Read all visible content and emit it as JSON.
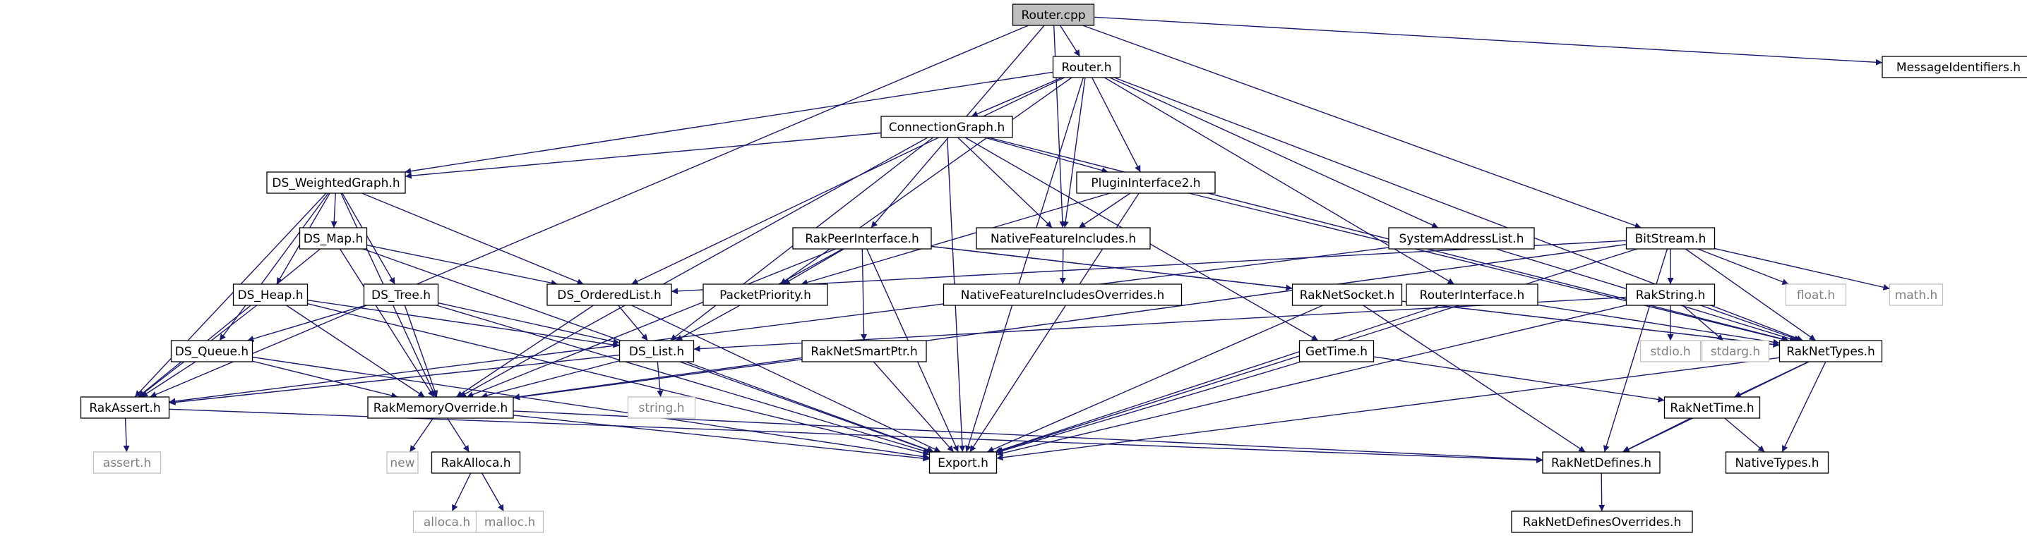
{
  "title": "",
  "nodes": [
    {
      "id": "router_cpp",
      "label": "Router.cpp",
      "kind": "root"
    },
    {
      "id": "router_h",
      "label": "Router.h",
      "kind": "file"
    },
    {
      "id": "messageidentifiers_h",
      "label": "MessageIdentifiers.h",
      "kind": "file"
    },
    {
      "id": "connectiongraph_h",
      "label": "ConnectionGraph.h",
      "kind": "file"
    },
    {
      "id": "ds_weightedgraph_h",
      "label": "DS_WeightedGraph.h",
      "kind": "file"
    },
    {
      "id": "plugininterface2_h",
      "label": "PluginInterface2.h",
      "kind": "file"
    },
    {
      "id": "nativefeatureincludes_h",
      "label": "NativeFeatureIncludes.h",
      "kind": "file"
    },
    {
      "id": "nativefeatureincludesoverrides_h",
      "label": "NativeFeatureIncludesOverrides.h",
      "kind": "file"
    },
    {
      "id": "rakpeerinterface_h",
      "label": "RakPeerInterface.h",
      "kind": "file"
    },
    {
      "id": "systemaddresslist_h",
      "label": "SystemAddressList.h",
      "kind": "file"
    },
    {
      "id": "bitstream_h",
      "label": "BitStream.h",
      "kind": "file"
    },
    {
      "id": "ds_map_h",
      "label": "DS_Map.h",
      "kind": "file"
    },
    {
      "id": "ds_heap_h",
      "label": "DS_Heap.h",
      "kind": "file"
    },
    {
      "id": "ds_tree_h",
      "label": "DS_Tree.h",
      "kind": "file"
    },
    {
      "id": "ds_orderedlist_h",
      "label": "DS_OrderedList.h",
      "kind": "file"
    },
    {
      "id": "packetpriority_h",
      "label": "PacketPriority.h",
      "kind": "file"
    },
    {
      "id": "raknetsocket_h",
      "label": "RakNetSocket.h",
      "kind": "file"
    },
    {
      "id": "routerinterface_h",
      "label": "RouterInterface.h",
      "kind": "file"
    },
    {
      "id": "rakstring_h",
      "label": "RakString.h",
      "kind": "file"
    },
    {
      "id": "float_h",
      "label": "float.h",
      "kind": "system"
    },
    {
      "id": "math_h",
      "label": "math.h",
      "kind": "system"
    },
    {
      "id": "ds_queue_h",
      "label": "DS_Queue.h",
      "kind": "file"
    },
    {
      "id": "ds_list_h",
      "label": "DS_List.h",
      "kind": "file"
    },
    {
      "id": "raknetsmartptr_h",
      "label": "RakNetSmartPtr.h",
      "kind": "file"
    },
    {
      "id": "gettime_h",
      "label": "GetTime.h",
      "kind": "file"
    },
    {
      "id": "stdio_h",
      "label": "stdio.h",
      "kind": "system"
    },
    {
      "id": "stdarg_h",
      "label": "stdarg.h",
      "kind": "system"
    },
    {
      "id": "raknettypes_h",
      "label": "RakNetTypes.h",
      "kind": "file"
    },
    {
      "id": "rakassert_h",
      "label": "RakAssert.h",
      "kind": "file"
    },
    {
      "id": "rakmemoryoverride_h",
      "label": "RakMemoryOverride.h",
      "kind": "file"
    },
    {
      "id": "string_h",
      "label": "string.h",
      "kind": "system"
    },
    {
      "id": "raknettime_h",
      "label": "RakNetTime.h",
      "kind": "file"
    },
    {
      "id": "assert_h",
      "label": "assert.h",
      "kind": "system"
    },
    {
      "id": "new",
      "label": "new",
      "kind": "system"
    },
    {
      "id": "rakalloca_h",
      "label": "RakAlloca.h",
      "kind": "file"
    },
    {
      "id": "export_h",
      "label": "Export.h",
      "kind": "file"
    },
    {
      "id": "raknetdefines_h",
      "label": "RakNetDefines.h",
      "kind": "file"
    },
    {
      "id": "nativetypes_h",
      "label": "NativeTypes.h",
      "kind": "file"
    },
    {
      "id": "alloca_h",
      "label": "alloca.h",
      "kind": "system"
    },
    {
      "id": "malloc_h",
      "label": "malloc.h",
      "kind": "system"
    },
    {
      "id": "raknetdefinesoverrides_h",
      "label": "RakNetDefinesOverrides.h",
      "kind": "file"
    }
  ],
  "edges": [
    [
      "router_cpp",
      "router_h"
    ],
    [
      "router_cpp",
      "messageidentifiers_h"
    ],
    [
      "router_cpp",
      "rakassert_h"
    ],
    [
      "router_cpp",
      "rakpeerinterface_h"
    ],
    [
      "router_cpp",
      "nativefeatureincludes_h"
    ],
    [
      "router_cpp",
      "bitstream_h"
    ],
    [
      "router_h",
      "connectiongraph_h"
    ],
    [
      "router_h",
      "ds_weightedgraph_h"
    ],
    [
      "router_h",
      "plugininterface2_h"
    ],
    [
      "router_h",
      "nativefeatureincludes_h"
    ],
    [
      "router_h",
      "ds_orderedlist_h"
    ],
    [
      "router_h",
      "packetpriority_h"
    ],
    [
      "router_h",
      "systemaddresslist_h"
    ],
    [
      "router_h",
      "routerinterface_h"
    ],
    [
      "router_h",
      "raknettypes_h"
    ],
    [
      "router_h",
      "export_h"
    ],
    [
      "connectiongraph_h",
      "ds_weightedgraph_h"
    ],
    [
      "connectiongraph_h",
      "plugininterface2_h"
    ],
    [
      "connectiongraph_h",
      "nativefeatureincludes_h"
    ],
    [
      "connectiongraph_h",
      "gettime_h"
    ],
    [
      "connectiongraph_h",
      "ds_list_h"
    ],
    [
      "connectiongraph_h",
      "rakmemoryoverride_h"
    ],
    [
      "connectiongraph_h",
      "export_h"
    ],
    [
      "connectiongraph_h",
      "raknettypes_h"
    ],
    [
      "plugininterface2_h",
      "nativefeatureincludes_h"
    ],
    [
      "plugininterface2_h",
      "packetpriority_h"
    ],
    [
      "plugininterface2_h",
      "raknettypes_h"
    ],
    [
      "plugininterface2_h",
      "export_h"
    ],
    [
      "nativefeatureincludes_h",
      "nativefeatureincludesoverrides_h"
    ],
    [
      "ds_weightedgraph_h",
      "ds_map_h"
    ],
    [
      "ds_weightedgraph_h",
      "ds_heap_h"
    ],
    [
      "ds_weightedgraph_h",
      "ds_tree_h"
    ],
    [
      "ds_weightedgraph_h",
      "ds_queue_h"
    ],
    [
      "ds_weightedgraph_h",
      "ds_orderedlist_h"
    ],
    [
      "ds_weightedgraph_h",
      "rakassert_h"
    ],
    [
      "ds_weightedgraph_h",
      "rakmemoryoverride_h"
    ],
    [
      "ds_map_h",
      "ds_orderedlist_h"
    ],
    [
      "ds_map_h",
      "rakassert_h"
    ],
    [
      "ds_map_h",
      "rakmemoryoverride_h"
    ],
    [
      "ds_map_h",
      "export_h"
    ],
    [
      "ds_heap_h",
      "ds_list_h"
    ],
    [
      "ds_heap_h",
      "rakassert_h"
    ],
    [
      "ds_heap_h",
      "rakmemoryoverride_h"
    ],
    [
      "ds_heap_h",
      "export_h"
    ],
    [
      "ds_tree_h",
      "ds_list_h"
    ],
    [
      "ds_tree_h",
      "ds_queue_h"
    ],
    [
      "ds_tree_h",
      "rakmemoryoverride_h"
    ],
    [
      "ds_tree_h",
      "export_h"
    ],
    [
      "ds_queue_h",
      "rakassert_h"
    ],
    [
      "ds_queue_h",
      "rakmemoryoverride_h"
    ],
    [
      "ds_queue_h",
      "export_h"
    ],
    [
      "ds_orderedlist_h",
      "ds_list_h"
    ],
    [
      "ds_orderedlist_h",
      "rakmemoryoverride_h"
    ],
    [
      "ds_orderedlist_h",
      "export_h"
    ],
    [
      "ds_list_h",
      "rakassert_h"
    ],
    [
      "ds_list_h",
      "string_h"
    ],
    [
      "ds_list_h",
      "rakmemoryoverride_h"
    ],
    [
      "ds_list_h",
      "export_h"
    ],
    [
      "rakpeerinterface_h",
      "packetpriority_h"
    ],
    [
      "rakpeerinterface_h",
      "raknetsocket_h"
    ],
    [
      "rakpeerinterface_h",
      "raknetsmartptr_h"
    ],
    [
      "rakpeerinterface_h",
      "ds_list_h"
    ],
    [
      "rakpeerinterface_h",
      "rakmemoryoverride_h"
    ],
    [
      "rakpeerinterface_h",
      "raknettypes_h"
    ],
    [
      "rakpeerinterface_h",
      "export_h"
    ],
    [
      "systemaddresslist_h",
      "raknettypes_h"
    ],
    [
      "systemaddresslist_h",
      "rakassert_h"
    ],
    [
      "bitstream_h",
      "ds_orderedlist_h"
    ],
    [
      "bitstream_h",
      "rakstring_h"
    ],
    [
      "bitstream_h",
      "float_h"
    ],
    [
      "bitstream_h",
      "math_h"
    ],
    [
      "bitstream_h",
      "raknettypes_h"
    ],
    [
      "bitstream_h",
      "rakmemoryoverride_h"
    ],
    [
      "bitstream_h",
      "raknetdefines_h"
    ],
    [
      "bitstream_h",
      "export_h"
    ],
    [
      "raknetsocket_h",
      "raknettypes_h"
    ],
    [
      "raknetsocket_h",
      "raknetdefines_h"
    ],
    [
      "raknetsocket_h",
      "export_h"
    ],
    [
      "routerinterface_h",
      "raknettypes_h"
    ],
    [
      "routerinterface_h",
      "export_h"
    ],
    [
      "rakstring_h",
      "ds_list_h"
    ],
    [
      "rakstring_h",
      "stdio_h"
    ],
    [
      "rakstring_h",
      "stdarg_h"
    ],
    [
      "rakstring_h",
      "raknettypes_h"
    ],
    [
      "rakstring_h",
      "export_h"
    ],
    [
      "raknetsmartptr_h",
      "rakmemoryoverride_h"
    ],
    [
      "raknetsmartptr_h",
      "export_h"
    ],
    [
      "gettime_h",
      "raknettime_h"
    ],
    [
      "gettime_h",
      "export_h"
    ],
    [
      "raknettypes_h",
      "raknettime_h"
    ],
    [
      "raknettypes_h",
      "nativetypes_h"
    ],
    [
      "raknettypes_h",
      "raknetdefines_h"
    ],
    [
      "raknettypes_h",
      "export_h"
    ],
    [
      "raknettime_h",
      "raknetdefines_h"
    ],
    [
      "raknettime_h",
      "nativetypes_h"
    ],
    [
      "rakassert_h",
      "assert_h"
    ],
    [
      "rakassert_h",
      "raknetdefines_h"
    ],
    [
      "rakmemoryoverride_h",
      "new"
    ],
    [
      "rakmemoryoverride_h",
      "rakalloca_h"
    ],
    [
      "rakmemoryoverride_h",
      "export_h"
    ],
    [
      "rakmemoryoverride_h",
      "raknetdefines_h"
    ],
    [
      "rakalloca_h",
      "alloca_h"
    ],
    [
      "rakalloca_h",
      "malloc_h"
    ],
    [
      "raknetdefines_h",
      "raknetdefinesoverrides_h"
    ]
  ],
  "colors": {
    "edge": "#191970",
    "node_border": "#000000",
    "system_border": "#bfbfbf",
    "system_text": "#7f7f7f",
    "root_fill": "#bfbfbf",
    "node_fill": "#ffffff",
    "text": "#000000"
  }
}
